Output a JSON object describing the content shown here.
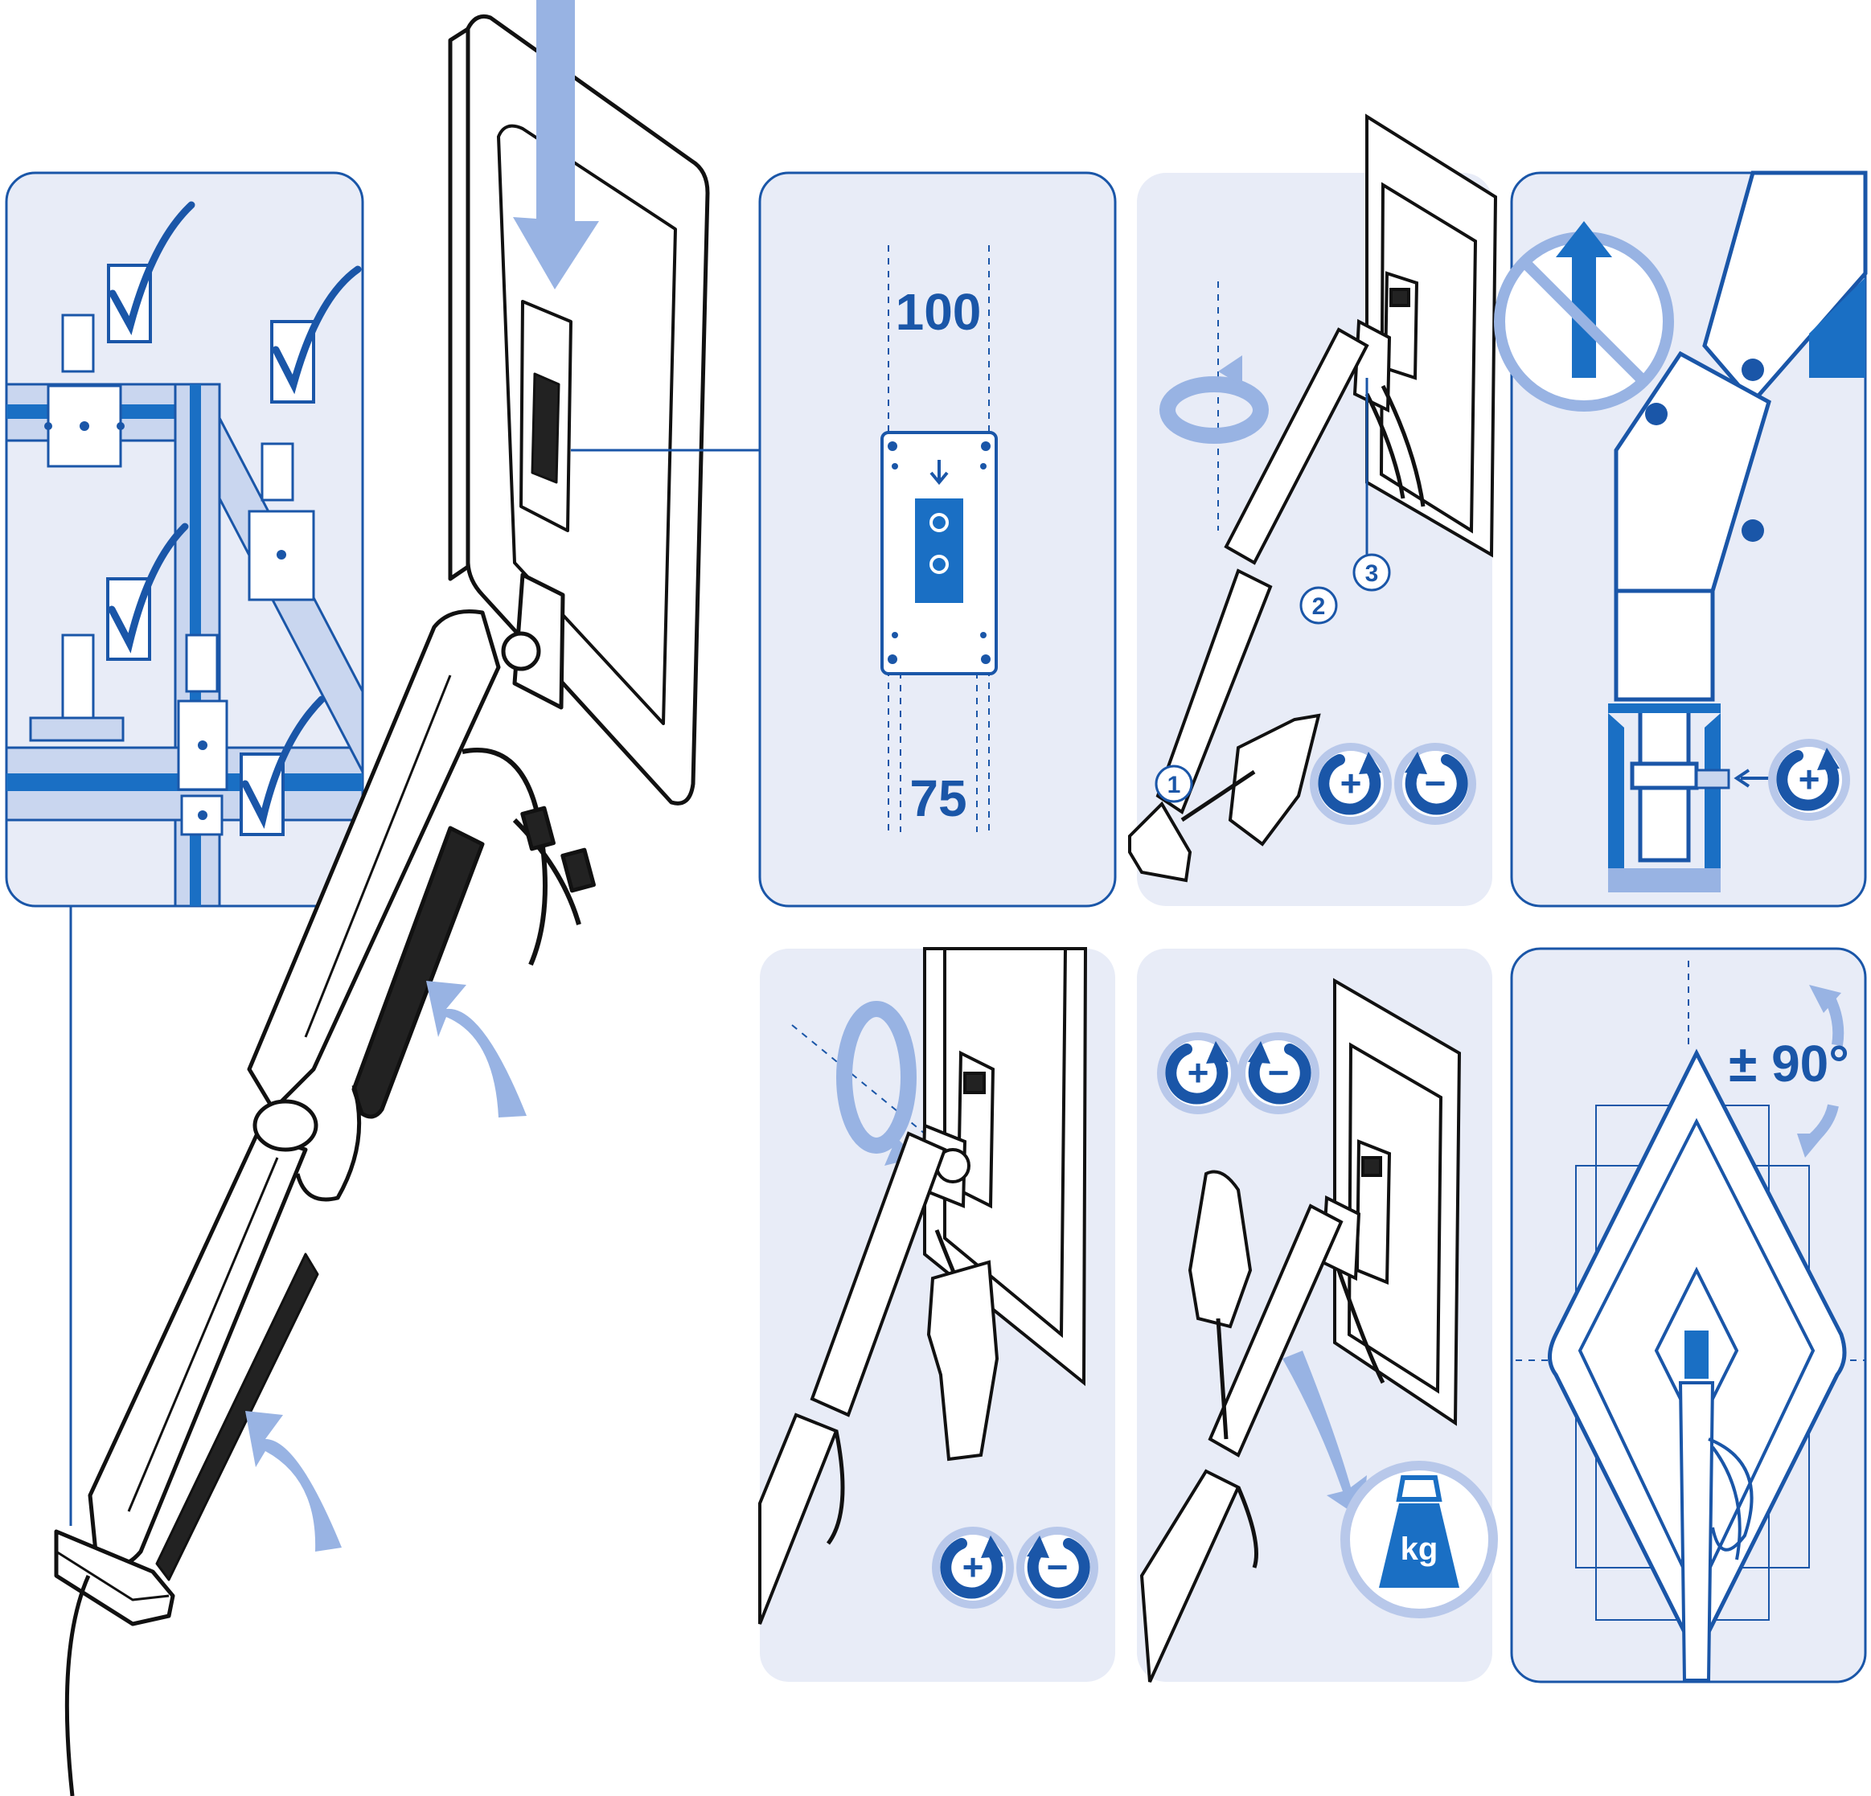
{
  "vesa": {
    "width_label": "100",
    "height_label": "75"
  },
  "steps": [
    "1",
    "2",
    "3"
  ],
  "adjust": {
    "plus": "+",
    "minus": "−"
  },
  "weight": {
    "unit": "kg"
  },
  "rotation": {
    "label": "± 90°"
  },
  "colors": {
    "panel_fill": "#e8ecf7",
    "panel_border": "#1a56a8",
    "accent_blue": "#1a6fc4",
    "light_arrow": "#98b3e3",
    "outline": "#111111"
  },
  "icons": [
    "checkmark-icon",
    "no-lift-icon",
    "tighten-icon",
    "loosen-icon",
    "weight-icon",
    "rotate-icon",
    "down-arrow-icon"
  ]
}
